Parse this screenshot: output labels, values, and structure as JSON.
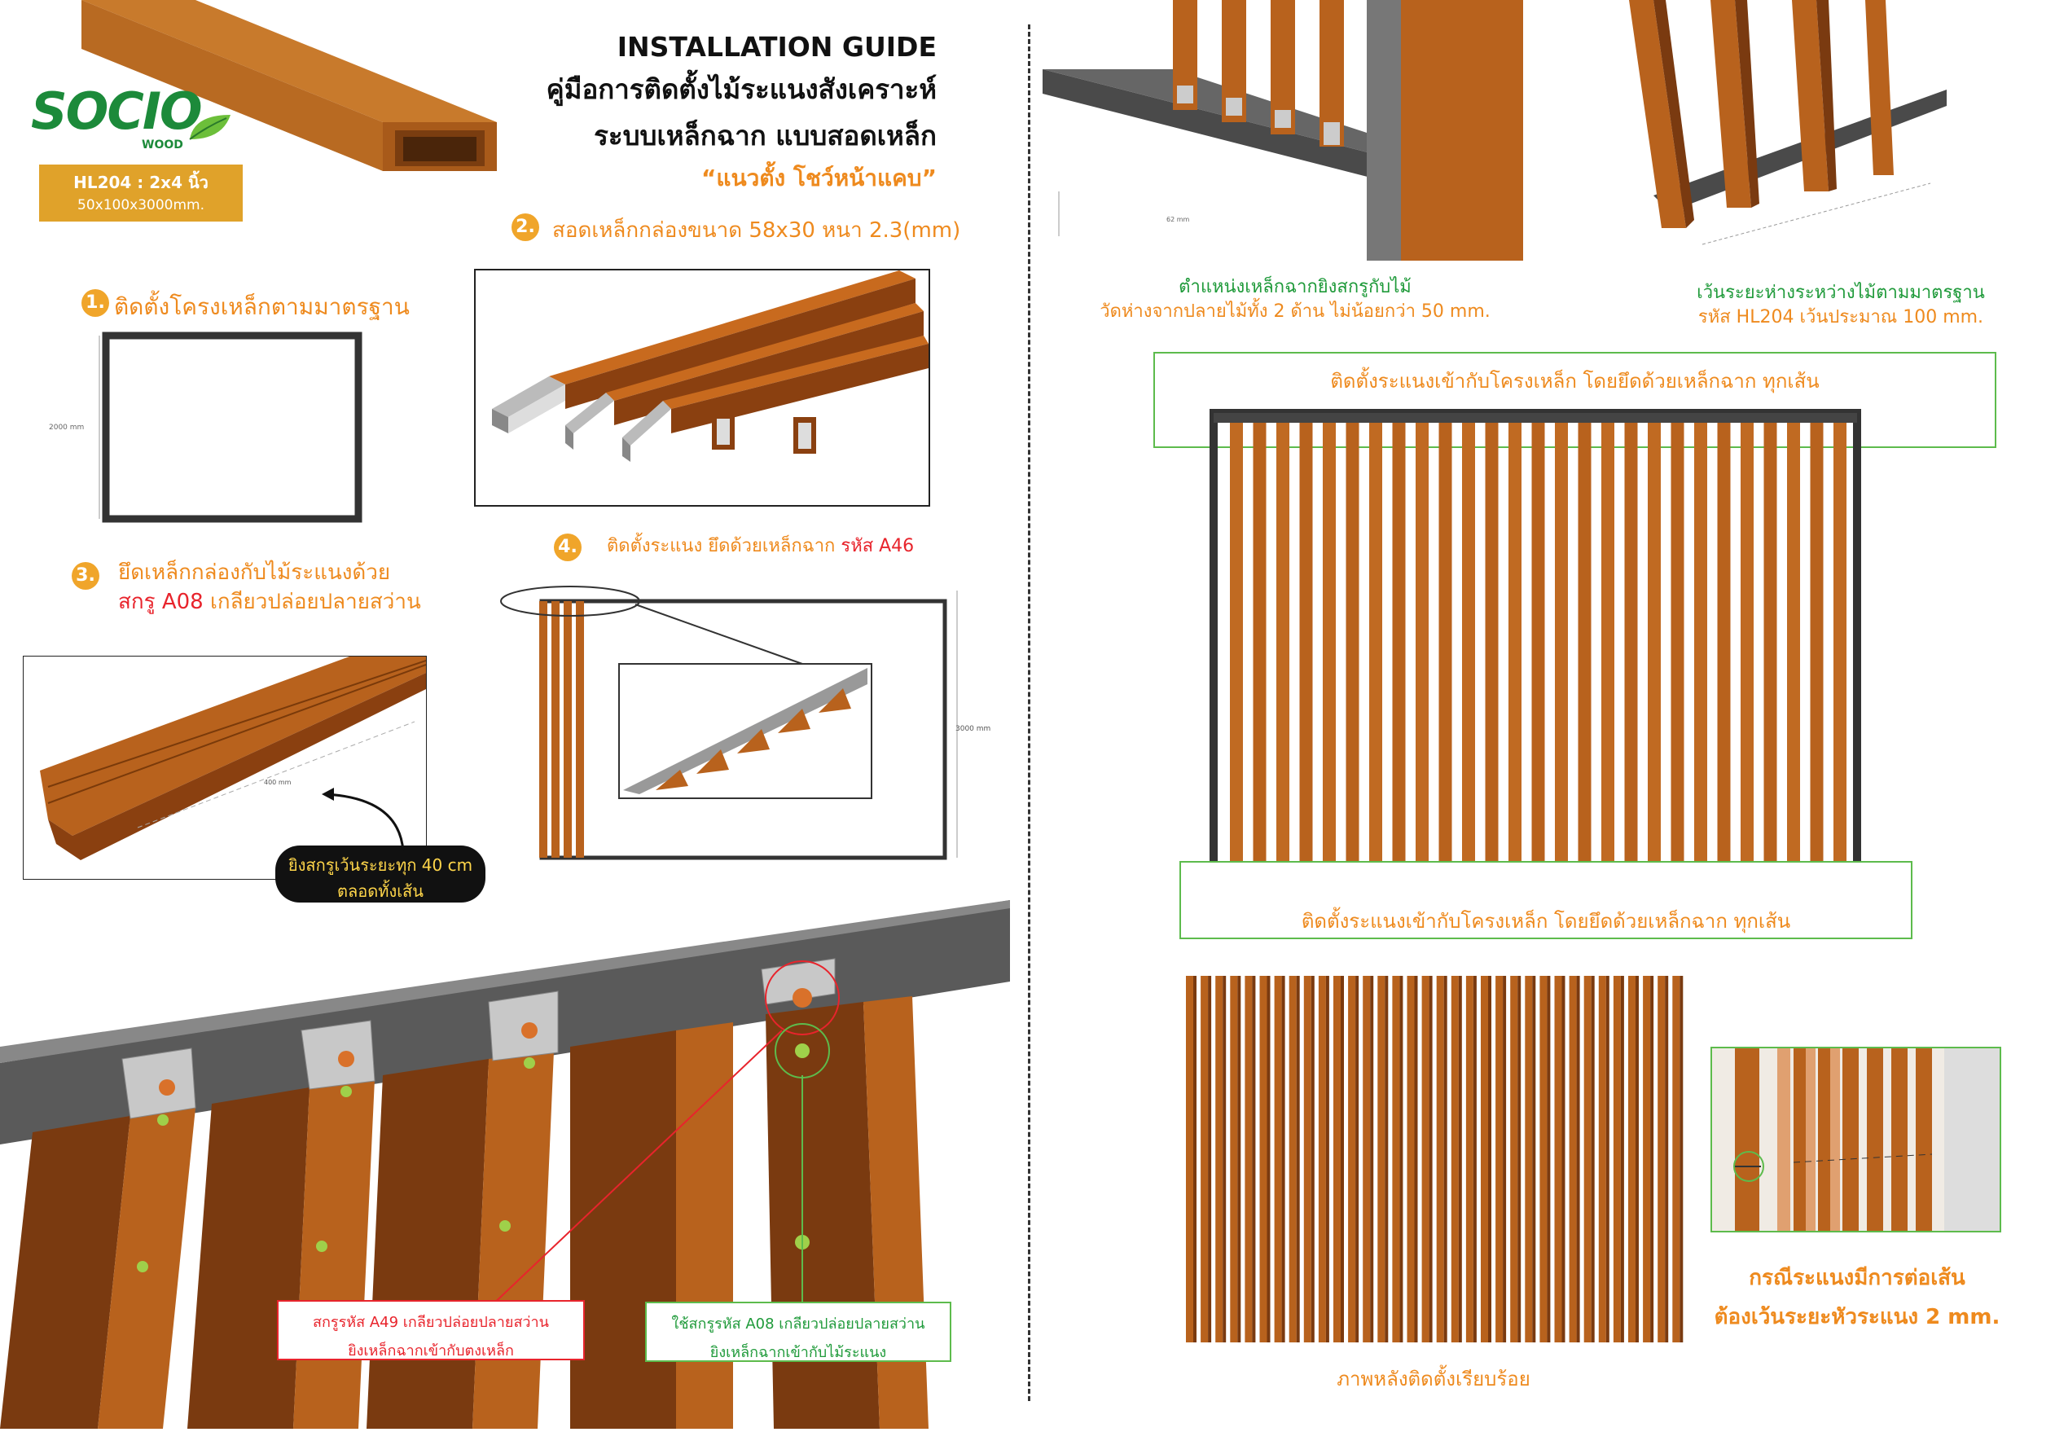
{
  "brand": {
    "logo_main": "SOCIO",
    "logo_sub": "WOOD"
  },
  "product": {
    "code_line": "HL204 : 2x4 นิ้ว",
    "size_line": "50x100x3000mm."
  },
  "header": {
    "title_en": "INSTALLATION GUIDE",
    "title_th_1": "คู่มือการติดตั้งไม้ระแนงสังเคราะห์",
    "title_th_2": "ระบบเหล็กฉาก แบบสอดเหล็ก",
    "subtitle": "“แนวตั้ง โชว์หน้าแคบ”"
  },
  "steps": [
    {
      "num": "1.",
      "text": "ติดตั้งโครงเหล็กตามมาตรฐาน"
    },
    {
      "num": "2.",
      "text": "สอดเหล็กกล่องขนาด 58x30 หนา 2.3(mm)"
    },
    {
      "num": "3.",
      "text_1": "ยึดเหล็กกล่องกับไม้ระแนงด้วย",
      "text_2a": "สกรู A08",
      "text_2b": " เกลียวปล่อยปลายสว่าน"
    },
    {
      "num": "4.",
      "text_a": "ติดตั้งระแนง ยึดด้วยเหล็กฉาก ",
      "text_b": "รหัส A46"
    }
  ],
  "dims": {
    "frame_height": "2000 mm",
    "slat_length": "3000 mm",
    "gap_a": "400 mm",
    "bracket_offset": "62 mm"
  },
  "callout_screw": {
    "line1": "ยิงสกรูเว้นระยะทุก 40 cm",
    "line2": "ตลอดทั้งเส้น"
  },
  "labels": {
    "a49_1": "สกรูรหัส A49 เกลียวปล่อยปลายสว่าน",
    "a49_2": "ยิงเหล็กฉากเข้ากับตงเหล็ก",
    "a08_1": "ใช้สกรูรหัส A08 เกลียวปล่อยปลายสว่าน",
    "a08_2": "ยิงเหล็กฉากเข้ากับไม้ระแนง",
    "bracket_pos_1": "ตำแหน่งเหล็กฉากยิงสกรูกับไม้",
    "bracket_pos_2": "วัดห่างจากปลายไม้ทั้ง 2 ด้าน ไม่น้อยกว่า 50 mm.",
    "spacing_1": "เว้นระยะห่างระหว่างไม้ตามมาตรฐาน",
    "spacing_2": "รหัส HL204 เว้นประมาณ 100 mm.",
    "install_top": "ติดตั้งระแนงเข้ากับโครงเหล็ก โดยยึดด้วยเหล็กฉาก ทุกเส้น",
    "install_bottom": "ติดตั้งระแนงเข้ากับโครงเหล็ก โดยยึดด้วยเหล็กฉาก ทุกเส้น",
    "back_view": "ภาพหลังติดตั้งเรียบร้อย",
    "joint_1": "กรณีระแนงมีการต่อเส้น",
    "joint_2": "ต้องเว้นระยะหัวระแนง 2 mm."
  },
  "colors": {
    "wood": "#b8621d",
    "orange": "#ee8a1e",
    "steel": "#4a4a4a",
    "green": "#5dbb4c",
    "red": "#e8242c",
    "gold": "#e0a22a"
  }
}
